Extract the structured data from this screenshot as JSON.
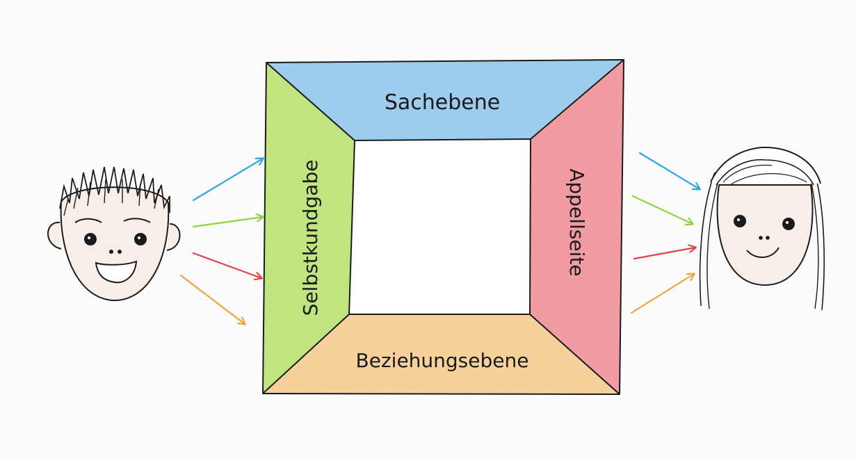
{
  "diagram": {
    "sides": {
      "top": "Sachebene",
      "left": "Selbstkundgabe",
      "right": "Appellseite",
      "bottom": "Beziehungsebene"
    },
    "colors": {
      "sachebene": "#8cc3ea",
      "selbstkundgabe": "#b5e06a",
      "appellseite": "#ef8a92",
      "beziehungsebene": "#f5c98a",
      "arrow_blue": "#2aa7e6",
      "arrow_green": "#8fd43a",
      "arrow_red": "#e8404a",
      "arrow_orange": "#f3a23a",
      "ink": "#1a1a1a"
    },
    "figures": [
      "boy-face",
      "girl-face"
    ]
  }
}
